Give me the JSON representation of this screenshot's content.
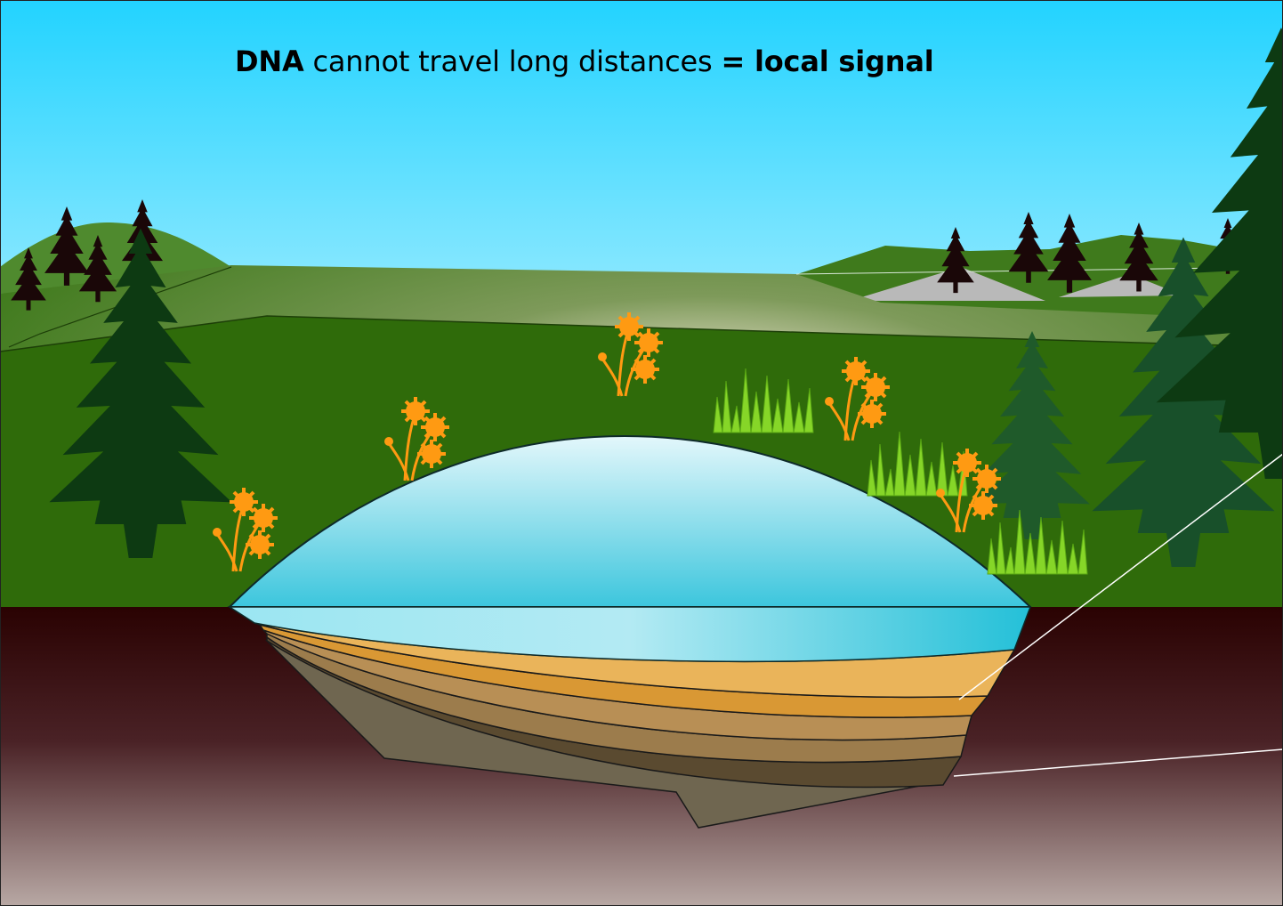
{
  "caption": {
    "part1_bold": "DNA",
    "part2": " cannot travel long distances ",
    "part3_bold": "= local signal"
  },
  "colors": {
    "sky_top": "#22d3ff",
    "sky_bottom": "#ffffff",
    "meadow": "#2f6b0a",
    "hill": "#4f8a2e",
    "soil_top": "#2a0202",
    "soil_bottom": "#b8a8a4",
    "water_top": "#dff6fb",
    "water_bottom": "#24c0d8",
    "pine": "#0d3a12",
    "pine_light": "#1f5a2a",
    "distant_tree": "#1a0708",
    "flower": "#ff9a12",
    "grass": "#86d628",
    "sediment_light": "#eab45a",
    "sediment_mid": "#c7924b",
    "sediment_dark": "#6b5a3e",
    "callout_line": "#ffffff"
  },
  "icons": [
    "pine-tree-icon",
    "flower-icon",
    "grass-tuft-icon"
  ]
}
